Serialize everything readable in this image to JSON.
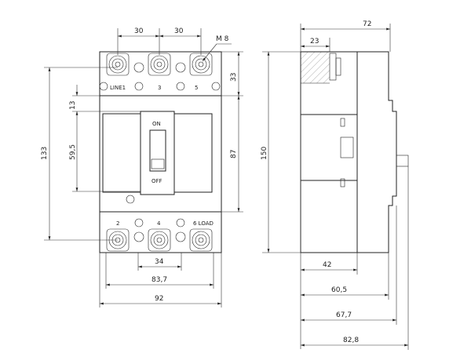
{
  "front_view": {
    "top_labels": [
      "LINE1",
      "3",
      "5"
    ],
    "bottom_labels": [
      "2",
      "4",
      "6 LOAD"
    ],
    "handle_on": "ON",
    "handle_off": "OFF"
  },
  "dimensions": {
    "pitch_1": "30",
    "pitch_2": "30",
    "thread": "M 8",
    "top_height": "33",
    "gap_13": "13",
    "handle_59_5": "59,5",
    "total_133": "133",
    "mid_87": "87",
    "width_34": "34",
    "width_83_7": "83,7",
    "width_92": "92",
    "side_72": "72",
    "side_23": "23",
    "height_150": "150",
    "depth_42": "42",
    "depth_60_5": "60,5",
    "depth_67_7": "67,7",
    "depth_82_8": "82,8"
  }
}
